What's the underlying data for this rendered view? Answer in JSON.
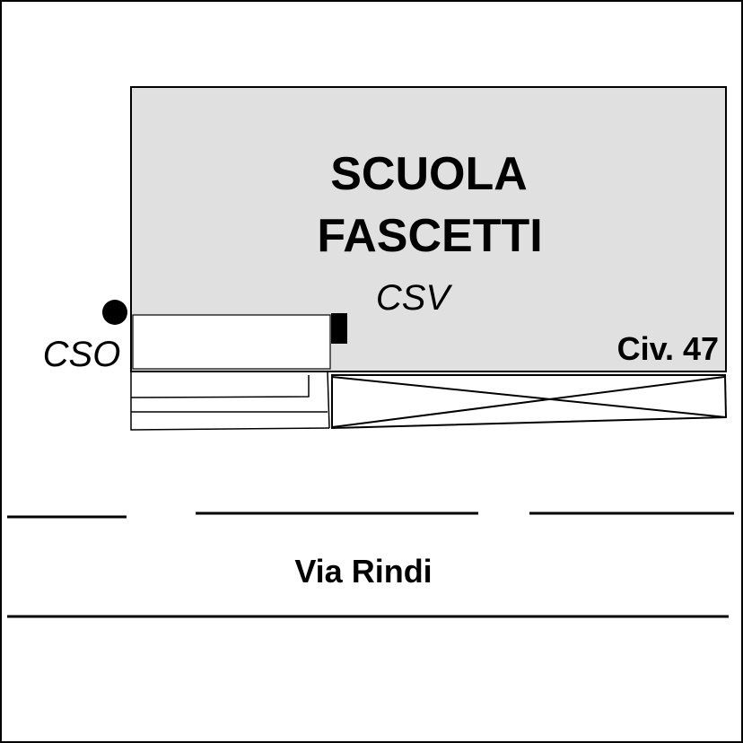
{
  "building": {
    "name_line1": "SCUOLA",
    "name_line2": "FASCETTI",
    "civic_number": "Civ. 47",
    "fill_color": "#e0e0e0"
  },
  "markers": {
    "csv_label": "CSV",
    "cso_label": "CSO"
  },
  "street": {
    "name": "Via Rindi"
  },
  "colors": {
    "ink": "#000000",
    "background": "#ffffff"
  }
}
